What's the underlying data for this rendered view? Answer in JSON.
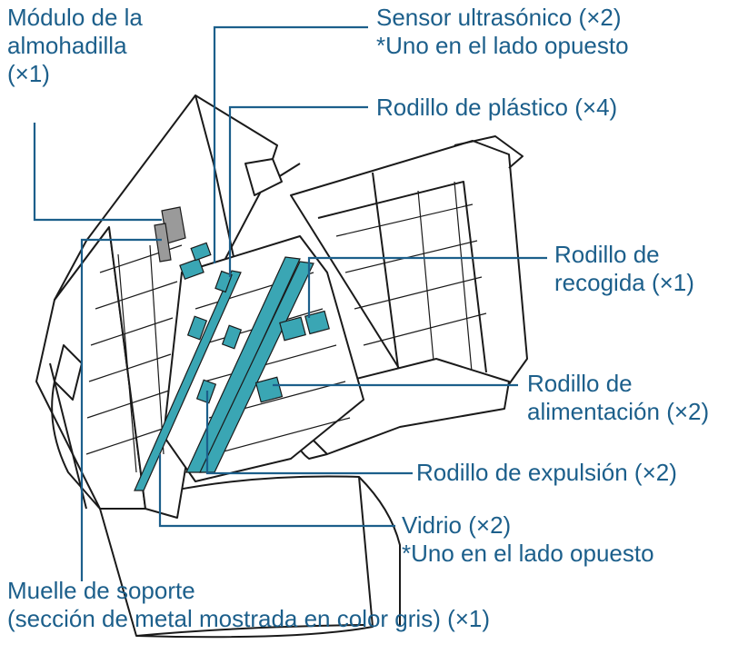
{
  "colors": {
    "label": "#1c5f8b",
    "leader": "#1c5f8b",
    "highlight": "#3aa6b4",
    "outline": "#1a1a1a"
  },
  "labels": {
    "pad_module": "Módulo de la\nalmohadilla\n(×1)",
    "ultrasonic_sensor": "Sensor ultrasónico (×2)\n*Uno en el lado opuesto",
    "plastic_roller": "Rodillo de plástico (×4)",
    "pick_roller": "Rodillo de\nrecogida (×1)",
    "feed_roller": "Rodillo de\nalimentación (×2)",
    "eject_roller": "Rodillo de expulsión (×2)",
    "glass": "Vidrio (×2)\n*Uno en el lado opuesto",
    "sheet_guide": "Muelle de soporte\n(sección de metal mostrada en color gris) (×1)"
  }
}
